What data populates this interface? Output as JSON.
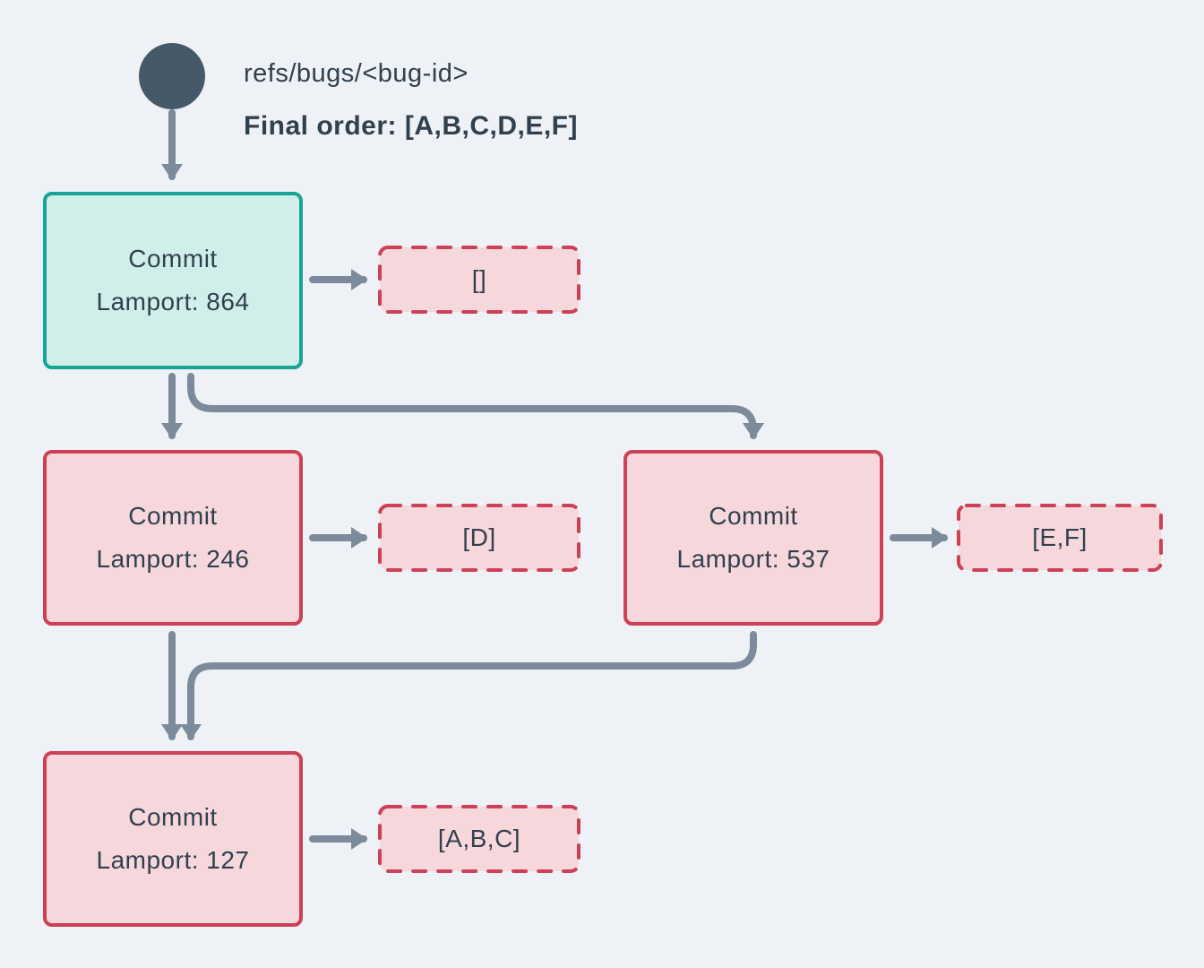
{
  "ref": {
    "label": "refs/bugs/<bug-id>",
    "final_order": "Final order: [A,B,C,D,E,F]"
  },
  "commits": [
    {
      "title": "Commit",
      "lamport": "Lamport: 864",
      "operations": "[]"
    },
    {
      "title": "Commit",
      "lamport": "Lamport: 246",
      "operations": "[D]"
    },
    {
      "title": "Commit",
      "lamport": "Lamport: 537",
      "operations": "[E,F]"
    },
    {
      "title": "Commit",
      "lamport": "Lamport: 127",
      "operations": "[A,B,C]"
    }
  ],
  "colors": {
    "background": "#eef1f5",
    "ink": "#31404e",
    "arrow": "#7b8b9b",
    "ref_circle": "#465968",
    "teal_border": "#17a497",
    "teal_fill": "#d0eeea",
    "pink_border": "#cd4157",
    "pink_fill": "#f6d8dc"
  }
}
